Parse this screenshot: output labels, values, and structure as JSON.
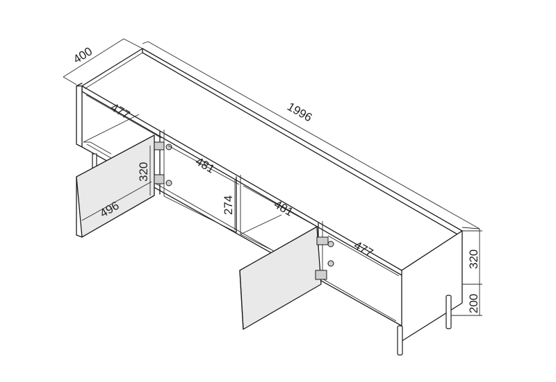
{
  "dimensions": {
    "depth": "400",
    "width": "1996",
    "inner_width_left": "477",
    "inner_width_center_left": "481",
    "inner_width_center_right": "481",
    "inner_width_right": "477",
    "door_height": "320",
    "door_width": "496",
    "inner_height": "274",
    "body_height": "320",
    "leg_height": "200"
  },
  "colors": {
    "line": "#1a1a1a",
    "panel_fill": "#e9e9e9",
    "background": "#ffffff"
  }
}
